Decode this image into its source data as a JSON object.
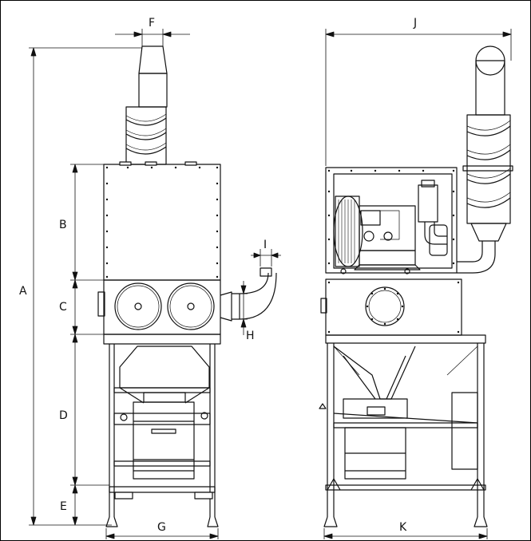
{
  "labels": {
    "A": "A",
    "B": "B",
    "C": "C",
    "D": "D",
    "E": "E",
    "F": "F",
    "G": "G",
    "H": "H",
    "I": "I",
    "J": "J",
    "K": "K"
  }
}
